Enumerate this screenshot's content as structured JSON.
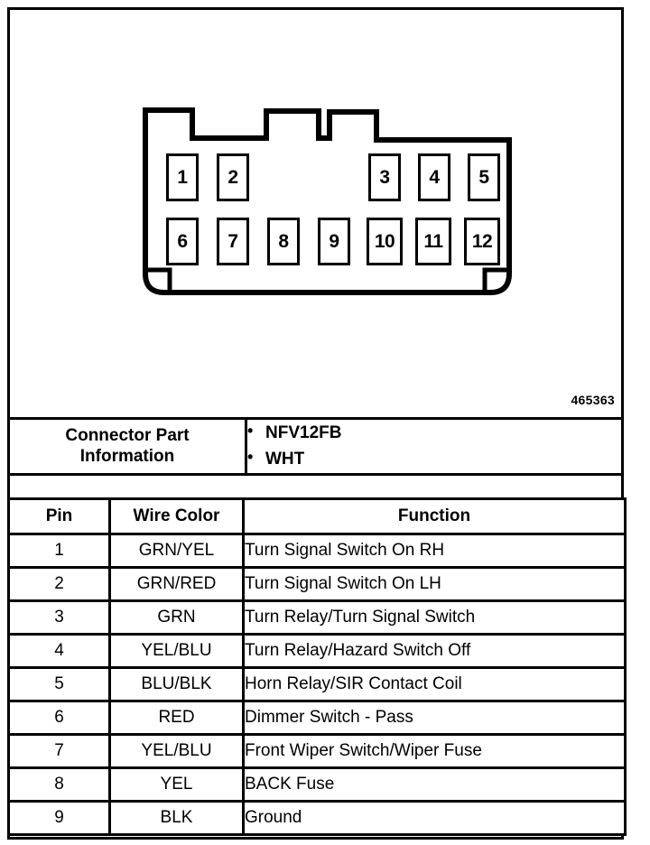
{
  "figure": {
    "part_number": "465363",
    "pins_top": [
      {
        "label": "1"
      },
      {
        "label": "2"
      },
      {
        "label": "3"
      },
      {
        "label": "4"
      },
      {
        "label": "5"
      }
    ],
    "pins_bottom": [
      {
        "label": "6"
      },
      {
        "label": "7"
      },
      {
        "label": "8"
      },
      {
        "label": "9"
      },
      {
        "label": "10"
      },
      {
        "label": "11"
      },
      {
        "label": "12"
      }
    ]
  },
  "connector_info": {
    "label_line1": "Connector Part",
    "label_line2": "Information",
    "values": [
      "NFV12FB",
      "WHT"
    ]
  },
  "pin_table": {
    "headers": {
      "pin": "Pin",
      "wire_color": "Wire Color",
      "function": "Function"
    },
    "rows": [
      {
        "pin": "1",
        "wire_color": "GRN/YEL",
        "function": "Turn Signal Switch On RH"
      },
      {
        "pin": "2",
        "wire_color": "GRN/RED",
        "function": "Turn Signal Switch On LH"
      },
      {
        "pin": "3",
        "wire_color": "GRN",
        "function": "Turn Relay/Turn Signal Switch"
      },
      {
        "pin": "4",
        "wire_color": "YEL/BLU",
        "function": "Turn Relay/Hazard Switch Off"
      },
      {
        "pin": "5",
        "wire_color": "BLU/BLK",
        "function": "Horn Relay/SIR Contact Coil"
      },
      {
        "pin": "6",
        "wire_color": "RED",
        "function": "Dimmer Switch - Pass"
      },
      {
        "pin": "7",
        "wire_color": "YEL/BLU",
        "function": "Front Wiper Switch/Wiper Fuse"
      },
      {
        "pin": "8",
        "wire_color": "YEL",
        "function": "BACK Fuse"
      },
      {
        "pin": "9",
        "wire_color": "BLK",
        "function": "Ground"
      }
    ]
  },
  "colors": {
    "ink": "#000000",
    "paper": "#ffffff"
  }
}
